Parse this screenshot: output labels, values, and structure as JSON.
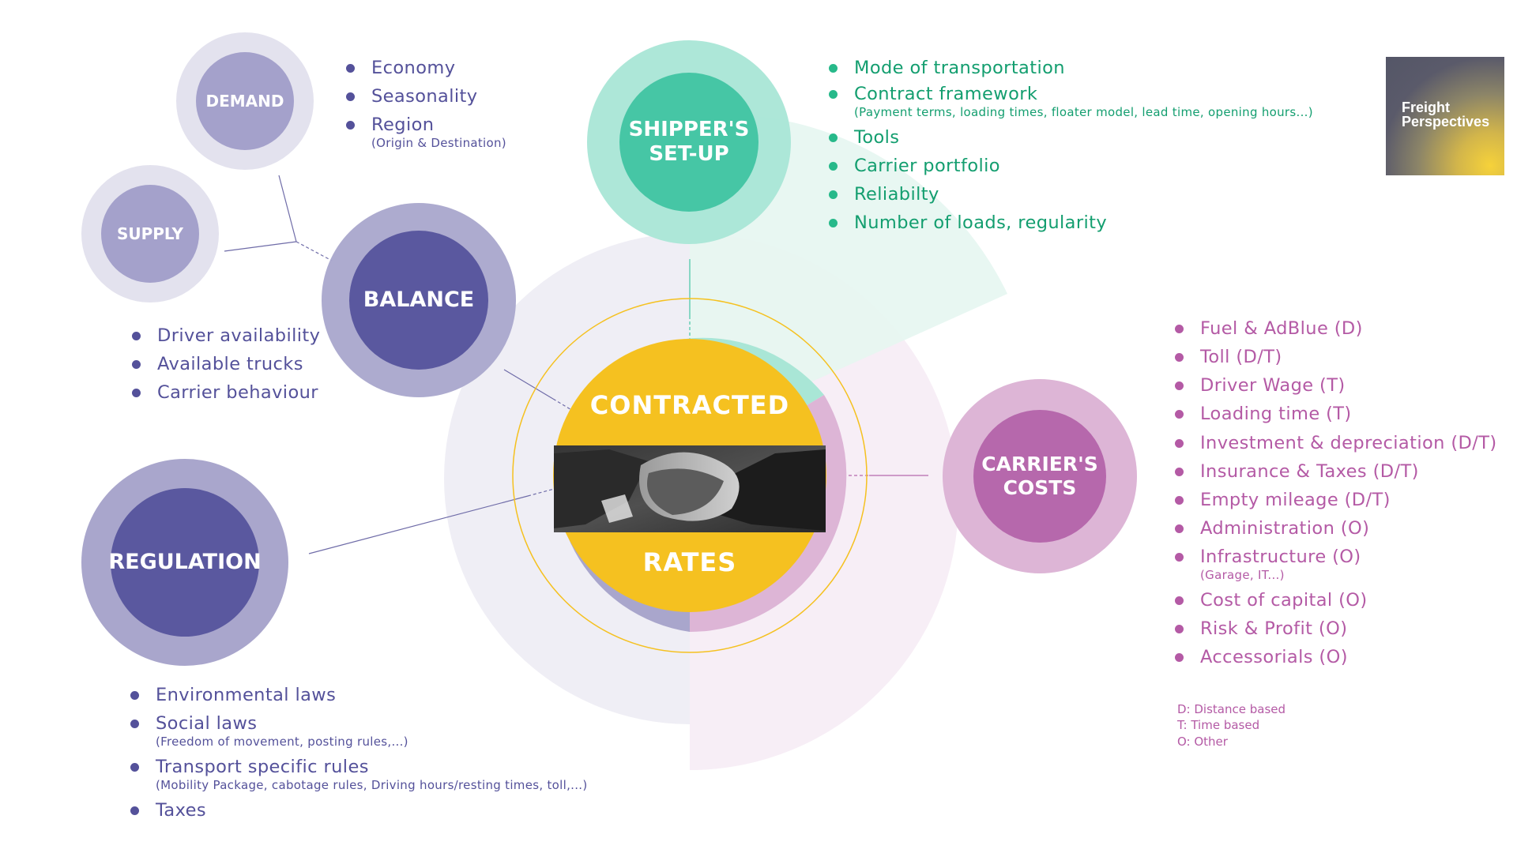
{
  "center": {
    "line1": "CONTRACTED",
    "line2": "RATES",
    "photo": "handshake-photo"
  },
  "nodes": {
    "demand": "DEMAND",
    "supply": "SUPPLY",
    "balance": "BALANCE",
    "regulation": "REGULATION",
    "shipper": [
      "SHIPPER'S",
      "SET-UP"
    ],
    "carrier": [
      "CARRIER'S",
      "COSTS"
    ]
  },
  "demand_list": [
    {
      "main": "Economy"
    },
    {
      "main": "Seasonality"
    },
    {
      "main": "Region",
      "sub": "(Origin & Destination)"
    }
  ],
  "balance_list": [
    {
      "main": "Driver availability"
    },
    {
      "main": "Available trucks"
    },
    {
      "main": "Carrier behaviour"
    }
  ],
  "regulation_list": [
    {
      "main": "Environmental laws"
    },
    {
      "main": "Social laws",
      "sub": "(Freedom of movement, posting rules,...)"
    },
    {
      "main": "Transport specific rules",
      "sub": "(Mobility Package, cabotage rules, Driving hours/resting times, toll,...)"
    },
    {
      "main": "Taxes"
    }
  ],
  "shipper_list": [
    {
      "main": "Mode of transportation"
    },
    {
      "main": "Contract framework",
      "sub": "(Payment terms, loading times, floater model, lead time, opening hours...)"
    },
    {
      "main": "Tools"
    },
    {
      "main": "Carrier portfolio"
    },
    {
      "main": "Reliabilty"
    },
    {
      "main": "Number of loads, regularity"
    }
  ],
  "carrier_list": [
    {
      "main": "Fuel & AdBlue (D)"
    },
    {
      "main": "Toll (D/T)"
    },
    {
      "main": "Driver Wage (T)"
    },
    {
      "main": "Loading time (T)"
    },
    {
      "main": "Investment & depreciation (D/T)"
    },
    {
      "main": "Insurance & Taxes (D/T)"
    },
    {
      "main": "Empty mileage (D/T)"
    },
    {
      "main": "Administration (O)"
    },
    {
      "main": "Infrastructure (O)",
      "sub": "(Garage, IT...)"
    },
    {
      "main": "Cost of capital (O)"
    },
    {
      "main": "Risk & Profit (O)"
    },
    {
      "main": "Accessorials (O)"
    }
  ],
  "legend": [
    "D: Distance based",
    "T: Time based",
    "O: Other"
  ],
  "logo": {
    "line1": "Freight",
    "line2": "Perspectives"
  },
  "colors": {
    "purple_dark": "#5a589f",
    "purple_mid": "#a9a6cc",
    "purple_light": "#e3e2ee",
    "green_dark": "#46c6a5",
    "green_light": "#a9e6d6",
    "pink_dark": "#b668ac",
    "pink_light": "#ddb5d6",
    "yellow": "#f5c120"
  }
}
